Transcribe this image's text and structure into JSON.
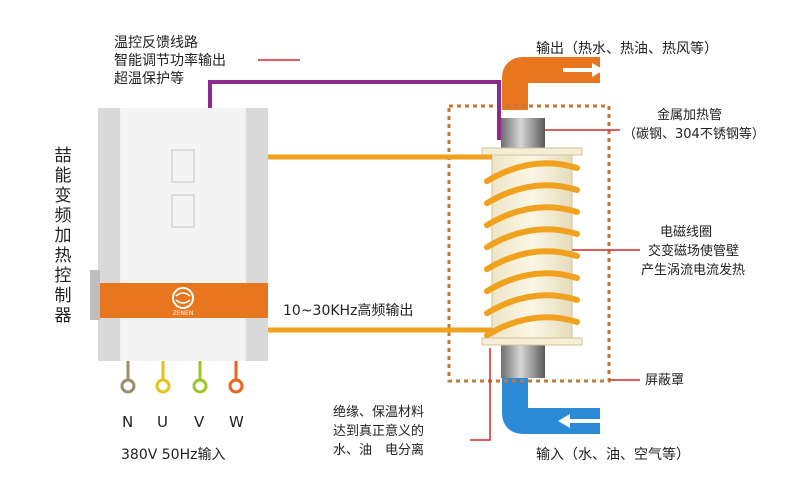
{
  "controller": {
    "name": "喆能变频加热控制器",
    "brand": "ZENEN",
    "terminals": [
      "N",
      "U",
      "V",
      "W"
    ],
    "power_input": "380V 50Hz输入"
  },
  "feedback": {
    "line1": "温控反馈线路",
    "line2": "智能调节功率输出",
    "line3": "超温保护等"
  },
  "hf_output": "10~30KHz高频输出",
  "output_label": "输出（热水、热油、热风等）",
  "input_label": "输入（水、油、空气等）",
  "metal_tube": {
    "line1": "金属加热管",
    "line2": "（碳钢、304不锈钢等）"
  },
  "coil": {
    "line1": "电磁线圈",
    "line2": "交变磁场使管壁",
    "line3": "产生涡流电流发热"
  },
  "shield": "屏蔽罩",
  "insulation": {
    "line1": "绝缘、保温材料",
    "line2": "达到真正意义的",
    "line3": "水、油　电分离"
  },
  "colors": {
    "orange": "#f0a21e",
    "dark_orange": "#e8641e",
    "purple": "#8e2a8e",
    "red": "#d6262a",
    "blue": "#2a8ad6",
    "brown_dashed": "#c07a3a",
    "terminal_N": "#9a8f6a",
    "terminal_U": "#e6c21c",
    "terminal_V": "#9ec62c",
    "terminal_W": "#e8641e"
  }
}
